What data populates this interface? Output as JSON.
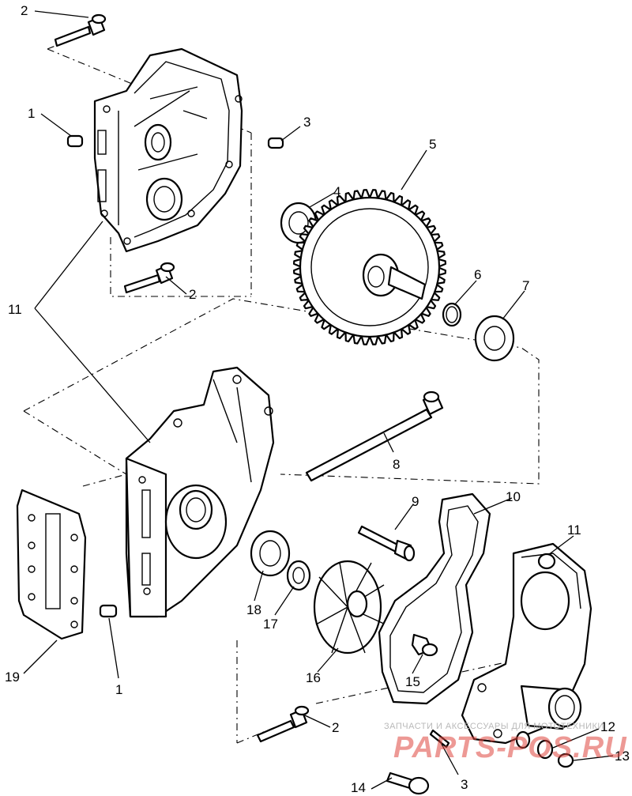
{
  "callouts": [
    {
      "id": "c2a",
      "text": "2"
    },
    {
      "id": "c1a",
      "text": "1"
    },
    {
      "id": "c3a",
      "text": "3"
    },
    {
      "id": "c4",
      "text": "4"
    },
    {
      "id": "c5",
      "text": "5"
    },
    {
      "id": "c2b",
      "text": "2"
    },
    {
      "id": "c11a",
      "text": "11"
    },
    {
      "id": "c6",
      "text": "6"
    },
    {
      "id": "c7",
      "text": "7"
    },
    {
      "id": "c8",
      "text": "8"
    },
    {
      "id": "c9",
      "text": "9"
    },
    {
      "id": "c10",
      "text": "10"
    },
    {
      "id": "c11b",
      "text": "11"
    },
    {
      "id": "c18",
      "text": "18"
    },
    {
      "id": "c17",
      "text": "17"
    },
    {
      "id": "c16",
      "text": "16"
    },
    {
      "id": "c15",
      "text": "15"
    },
    {
      "id": "c19",
      "text": "19"
    },
    {
      "id": "c1b",
      "text": "1"
    },
    {
      "id": "c2c",
      "text": "2"
    },
    {
      "id": "c12",
      "text": "12"
    },
    {
      "id": "c13",
      "text": "13"
    },
    {
      "id": "c3b",
      "text": "3"
    },
    {
      "id": "c14",
      "text": "14"
    }
  ],
  "watermark": {
    "line1": "ЗАПЧАСТИ И АКСЕССУАРЫ ДЛЯ МОТОТЕХНИКИ",
    "line2": "PARTS-POS.RU"
  },
  "colors": {
    "ink": "#000000",
    "watermark_red": "#e0463f",
    "watermark_gray": "#b9b9b9"
  }
}
